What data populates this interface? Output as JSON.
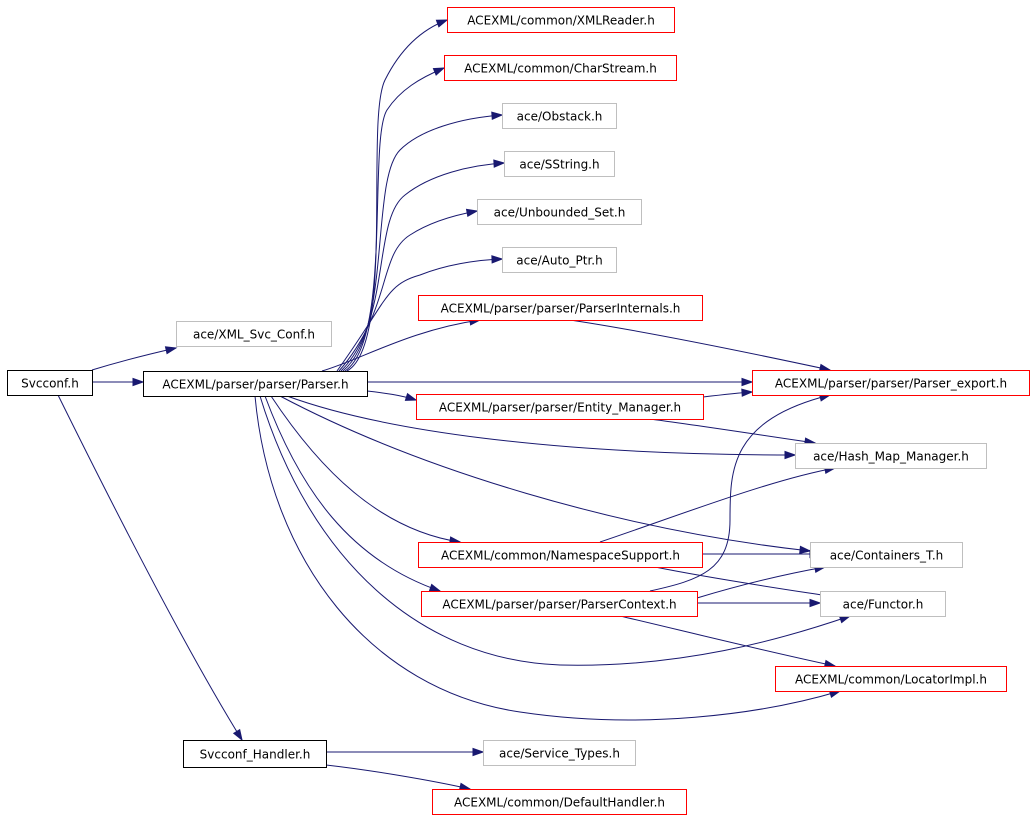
{
  "colors": {
    "edge": "#191970",
    "root_border": "#000000",
    "root_fill": "#bfbfbf",
    "documented_border": "#000000",
    "missing_border": "#ff0000",
    "external_border": "#bfbfbf"
  },
  "nodes": {
    "svcconf": {
      "label": "Svcconf.h",
      "kind": "root"
    },
    "xml_svc_conf": {
      "label": "ace/XML_Svc_Conf.h",
      "kind": "external"
    },
    "parser": {
      "label": "ACEXML/parser/parser/Parser.h",
      "kind": "documented"
    },
    "svcconf_handler": {
      "label": "Svcconf_Handler.h",
      "kind": "documented"
    },
    "xmlreader": {
      "label": "ACEXML/common/XMLReader.h",
      "kind": "missing"
    },
    "charstream": {
      "label": "ACEXML/common/CharStream.h",
      "kind": "missing"
    },
    "obstack": {
      "label": "ace/Obstack.h",
      "kind": "external"
    },
    "sstring": {
      "label": "ace/SString.h",
      "kind": "external"
    },
    "unbounded_set": {
      "label": "ace/Unbounded_Set.h",
      "kind": "external"
    },
    "auto_ptr": {
      "label": "ace/Auto_Ptr.h",
      "kind": "external"
    },
    "parserinternals": {
      "label": "ACEXML/parser/parser/ParserInternals.h",
      "kind": "missing"
    },
    "parser_export": {
      "label": "ACEXML/parser/parser/Parser_export.h",
      "kind": "missing"
    },
    "entity_manager": {
      "label": "ACEXML/parser/parser/Entity_Manager.h",
      "kind": "missing"
    },
    "hash_map_manager": {
      "label": "ace/Hash_Map_Manager.h",
      "kind": "external"
    },
    "namespacesupport": {
      "label": "ACEXML/common/NamespaceSupport.h",
      "kind": "missing"
    },
    "containers_t": {
      "label": "ace/Containers_T.h",
      "kind": "external"
    },
    "parsercontext": {
      "label": "ACEXML/parser/parser/ParserContext.h",
      "kind": "missing"
    },
    "functor": {
      "label": "ace/Functor.h",
      "kind": "external"
    },
    "locatorimpl": {
      "label": "ACEXML/common/LocatorImpl.h",
      "kind": "missing"
    },
    "service_types": {
      "label": "ace/Service_Types.h",
      "kind": "external"
    },
    "defaulthandler": {
      "label": "ACEXML/common/DefaultHandler.h",
      "kind": "missing"
    }
  },
  "edges": [
    {
      "from": "svcconf",
      "to": "xml_svc_conf"
    },
    {
      "from": "svcconf",
      "to": "parser"
    },
    {
      "from": "svcconf",
      "to": "svcconf_handler"
    },
    {
      "from": "parser",
      "to": "xmlreader"
    },
    {
      "from": "parser",
      "to": "charstream"
    },
    {
      "from": "parser",
      "to": "obstack"
    },
    {
      "from": "parser",
      "to": "sstring"
    },
    {
      "from": "parser",
      "to": "unbounded_set"
    },
    {
      "from": "parser",
      "to": "auto_ptr"
    },
    {
      "from": "parser",
      "to": "parserinternals"
    },
    {
      "from": "parser",
      "to": "parser_export"
    },
    {
      "from": "parser",
      "to": "entity_manager"
    },
    {
      "from": "parser",
      "to": "hash_map_manager"
    },
    {
      "from": "parser",
      "to": "containers_t"
    },
    {
      "from": "parser",
      "to": "namespacesupport"
    },
    {
      "from": "parser",
      "to": "parsercontext"
    },
    {
      "from": "parser",
      "to": "functor"
    },
    {
      "from": "parser",
      "to": "locatorimpl"
    },
    {
      "from": "parserinternals",
      "to": "parser_export"
    },
    {
      "from": "entity_manager",
      "to": "parser_export"
    },
    {
      "from": "entity_manager",
      "to": "hash_map_manager"
    },
    {
      "from": "namespacesupport",
      "to": "hash_map_manager"
    },
    {
      "from": "namespacesupport",
      "to": "containers_t"
    },
    {
      "from": "namespacesupport",
      "to": "functor"
    },
    {
      "from": "parsercontext",
      "to": "parser_export"
    },
    {
      "from": "parsercontext",
      "to": "containers_t"
    },
    {
      "from": "parsercontext",
      "to": "functor"
    },
    {
      "from": "parsercontext",
      "to": "locatorimpl"
    },
    {
      "from": "svcconf_handler",
      "to": "service_types"
    },
    {
      "from": "svcconf_handler",
      "to": "defaulthandler"
    }
  ]
}
